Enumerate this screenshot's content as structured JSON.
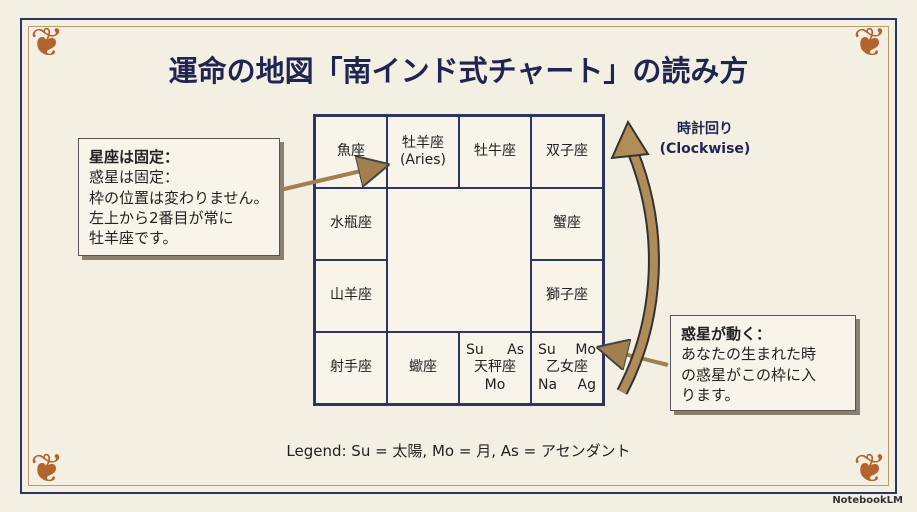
{
  "title": "運命の地図「南インド式チャート」の読み方",
  "grid": {
    "pisces": "魚座",
    "aries_line1": "牡羊座",
    "aries_line2": "(Aries)",
    "taurus": "牡牛座",
    "gemini": "双子座",
    "aquarius": "水瓶座",
    "cancer": "蟹座",
    "capricorn": "山羊座",
    "leo": "獅子座",
    "sagittarius": "射手座",
    "scorpio": "蠍座",
    "libra": {
      "tl": "Su",
      "tr": "As",
      "name": "天秤座",
      "bottom": "Mo"
    },
    "virgo": {
      "tl": "Su",
      "tr": "Mo",
      "name": "乙女座",
      "bl": "Na",
      "br": "Ag"
    }
  },
  "left_box": {
    "heading": "星座は固定：",
    "lines": [
      "惑星は固定：",
      "枠の位置は変わりません。",
      "左上から2番目が常に",
      "牡羊座です。"
    ]
  },
  "right_box": {
    "heading": "惑星が動く：",
    "lines": [
      "あなたの生まれた時",
      "の惑星がこの枠に入",
      "ります。"
    ]
  },
  "clockwise": {
    "jp": "時計回り",
    "en": "(Clockwise)"
  },
  "legend": "Legend: Su = 太陽, Mo = 月, As = アセンダント",
  "logo": "NotebookLM",
  "colors": {
    "navy": "#1f2550",
    "arrow": "#a0804f",
    "ornament": "#b2642e"
  }
}
